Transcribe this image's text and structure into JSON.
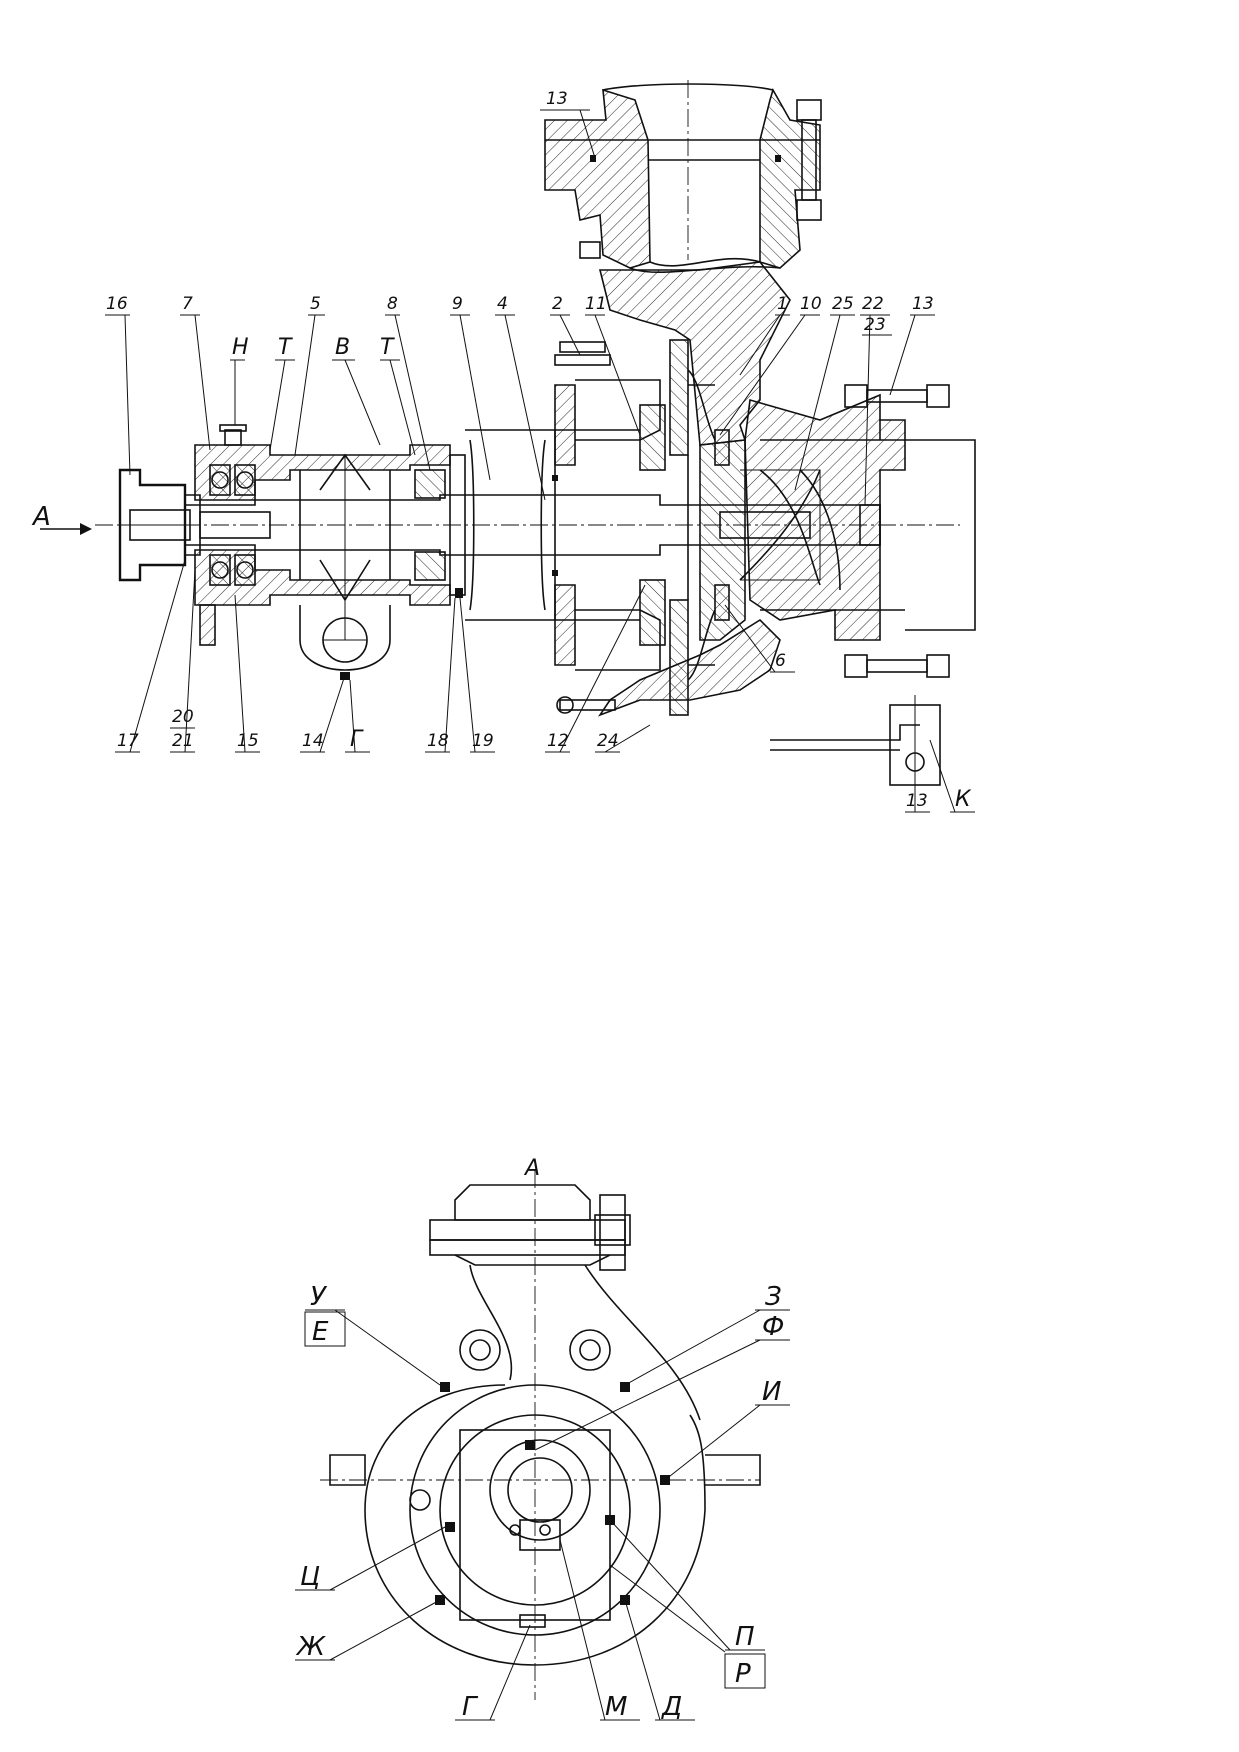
{
  "drawing": {
    "section_view": {
      "view_arrow_label": "А",
      "part_labels": [
        "16",
        "7",
        "Н",
        "Т",
        "5",
        "В",
        "Т",
        "8",
        "9",
        "4",
        "2",
        "11",
        "1",
        "10",
        "25",
        "22",
        "23",
        "13"
      ],
      "part_labels_bottom": [
        "17",
        "20",
        "21",
        "15",
        "14",
        "Г",
        "18",
        "19",
        "12",
        "24",
        "6",
        "13",
        "К"
      ],
      "top_flange_label": "13"
    },
    "end_view": {
      "title": "А",
      "left_labels": [
        "У",
        "Е",
        "Ц",
        "Ж"
      ],
      "right_labels": [
        "З",
        "Ф",
        "И",
        "П",
        "Р"
      ],
      "bottom_labels": [
        "Г",
        "М",
        "Д"
      ]
    }
  }
}
